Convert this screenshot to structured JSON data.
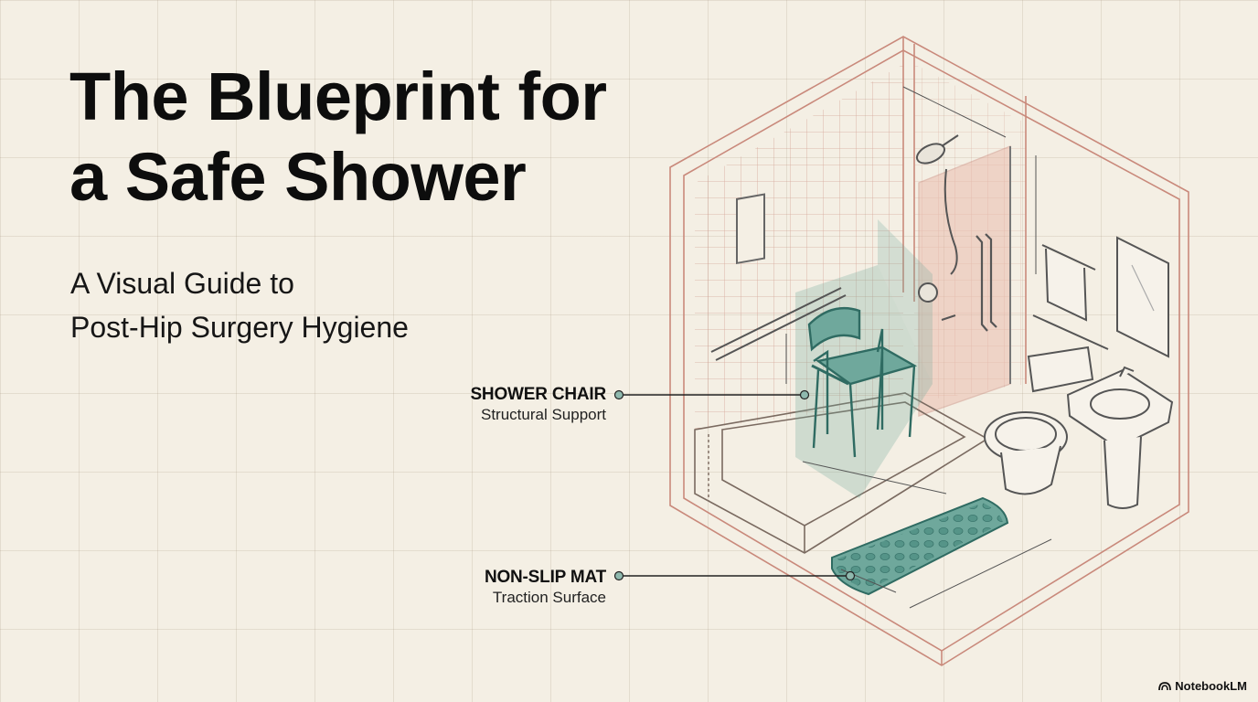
{
  "title": {
    "line1": "The Blueprint for",
    "line2": "a Safe Shower"
  },
  "subtitle": {
    "line1": "A Visual Guide to",
    "line2": "Post-Hip Surgery Hygiene"
  },
  "callouts": {
    "chair": {
      "name": "SHOWER CHAIR",
      "desc": "Structural Support"
    },
    "mat": {
      "name": "NON-SLIP MAT",
      "desc": "Traction Surface"
    }
  },
  "brand": {
    "label": "NotebookLM"
  },
  "colors": {
    "background": "#f4efe4",
    "wall_line": "#c9897b",
    "ink": "#3a3a3a",
    "teal": "#6fa89c",
    "teal_dark": "#2f6b62",
    "glass_tint": "#e8b3a3"
  }
}
